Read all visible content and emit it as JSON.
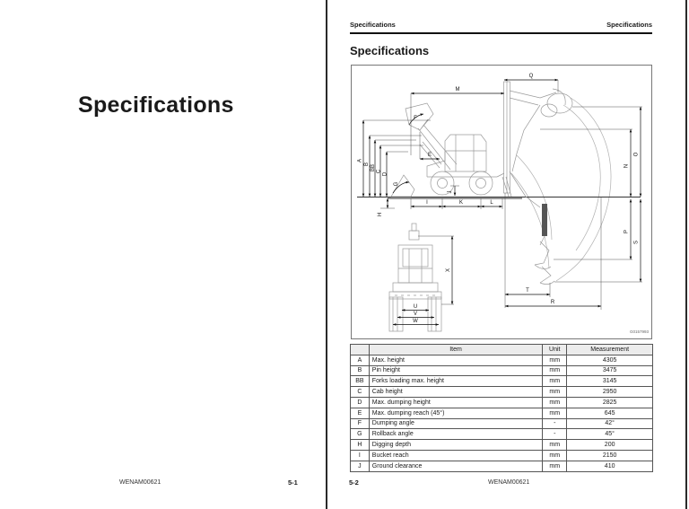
{
  "left_page": {
    "title": "Specifications",
    "footer_code": "WENAM00621",
    "footer_page": "5-1"
  },
  "right_page": {
    "header_left": "Specifications",
    "header_right": "Specifications",
    "section_title": "Specifications",
    "footer_page": "5-2",
    "footer_code": "WENAM00621",
    "diagram": {
      "figure_code": "G0157993",
      "labels": {
        "M": "M",
        "Q": "Q",
        "A": "A",
        "B": "B",
        "BB": "BB",
        "C": "C",
        "D": "D",
        "E": "E",
        "F": "F",
        "G": "G",
        "H": "H",
        "I": "I",
        "J": "J",
        "K": "K",
        "L": "L",
        "N": "N",
        "O": "O",
        "P": "P",
        "S": "S",
        "T": "T",
        "R": "R",
        "X": "X",
        "U": "U",
        "V": "V",
        "W": "W"
      }
    },
    "table": {
      "headers": {
        "letter": "",
        "item": "Item",
        "unit": "Unit",
        "measurement": "Measurement"
      },
      "rows": [
        {
          "letter": "A",
          "item": "Max. height",
          "unit": "mm",
          "measurement": "4305"
        },
        {
          "letter": "B",
          "item": "Pin height",
          "unit": "mm",
          "measurement": "3475"
        },
        {
          "letter": "BB",
          "item": "Forks loading max. height",
          "unit": "mm",
          "measurement": "3145"
        },
        {
          "letter": "C",
          "item": "Cab height",
          "unit": "mm",
          "measurement": "2950"
        },
        {
          "letter": "D",
          "item": "Max. dumping height",
          "unit": "mm",
          "measurement": "2825"
        },
        {
          "letter": "E",
          "item": "Max. dumping reach (45°)",
          "unit": "mm",
          "measurement": "645"
        },
        {
          "letter": "F",
          "item": "Dumping angle",
          "unit": "-",
          "measurement": "42°"
        },
        {
          "letter": "G",
          "item": "Rollback angle",
          "unit": "-",
          "measurement": "45°"
        },
        {
          "letter": "H",
          "item": "Digging depth",
          "unit": "mm",
          "measurement": "200"
        },
        {
          "letter": "I",
          "item": "Bucket reach",
          "unit": "mm",
          "measurement": "2150"
        },
        {
          "letter": "J",
          "item": "Ground clearance",
          "unit": "mm",
          "measurement": "410"
        }
      ]
    }
  }
}
